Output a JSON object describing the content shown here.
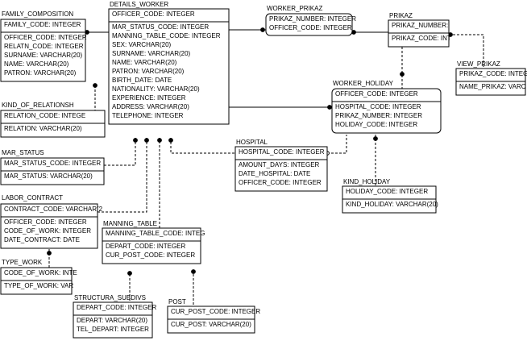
{
  "entities": [
    {
      "id": "family_composition",
      "title": "FAMILY_COMPOSITION",
      "pk": [
        "FAMILY_CODE: INTEGER"
      ],
      "attrs": [
        "OFFICER_CODE: INTEGER",
        "RELATN_CODE: INTEGER",
        "SURNAME: VARCHAR(20)",
        "NAME: VARCHAR(20)",
        "PATRON: VARCHAR(20)"
      ]
    },
    {
      "id": "kind_of_relationsh",
      "title": "KIND_OF_RELATIONSH",
      "pk": [
        "RELATION_CODE: INTEGE"
      ],
      "attrs": [
        "RELATION: VARCHAR(20)"
      ]
    },
    {
      "id": "mar_status",
      "title": "MAR_STATUS",
      "pk": [
        "MAR_STATUS_CODE: INTEGER"
      ],
      "attrs": [
        "MAR_STATUS: VARCHAR(20)"
      ]
    },
    {
      "id": "labor_contract",
      "title": "LABOR_CONTRACT",
      "pk": [
        "CONTRACT_CODE: VARCHAR(2"
      ],
      "attrs": [
        "OFFICER_CODE: INTEGER",
        "CODE_OF_WORK: INTEGER",
        "DATE_CONTRACT: DATE"
      ]
    },
    {
      "id": "type_work",
      "title": "TYPE_WORK",
      "pk": [
        "CODE_OF_WORK: INTE"
      ],
      "attrs": [
        "TYPE_OF_WORK: VAR"
      ]
    },
    {
      "id": "details_worker",
      "title": "DETAILS_WORKER",
      "pk": [
        "OFFICER_CODE: INTEGER"
      ],
      "attrs": [
        "MAR_STATUS_CODE: INTEGER",
        "MANNING_TABLE_CODE: INTEGER",
        "SEX: VARCHAR(20)",
        "SURNAME: VARCHAR(20)",
        "NAME: VARCHAR(20)",
        "PATRON: VARCHAR(20)",
        "BIRTH_DATE: DATE",
        "NATIONALITY: VARCHAR(20)",
        "EXPERIENCE: INTEGER",
        "ADDRESS: VARCHAR(20)",
        "TELEPHONE: INTEGER"
      ]
    },
    {
      "id": "worker_prikaz",
      "title": "WORKER_PRIKAZ",
      "pk": [
        "PRIKAZ_NUMBER: INTEGER",
        "OFFICER_CODE: INTEGER"
      ],
      "attrs": []
    },
    {
      "id": "prikaz",
      "title": "PRIKAZ",
      "pk": [
        "PRIKAZ_NUMBER:"
      ],
      "attrs": [
        "PRIKAZ_CODE: INT"
      ]
    },
    {
      "id": "view_prikaz",
      "title": "VIEW_PRIKAZ",
      "pk": [
        "PRIKAZ_CODE: INTEG"
      ],
      "attrs": [
        "NAME_PRIKAZ: VARC"
      ]
    },
    {
      "id": "worker_holiday",
      "title": "WORKER_HOLIDAY",
      "pk": [
        "OFFICER_CODE: INTEGER"
      ],
      "attrs": [
        "HOSPITAL_CODE: INTEGER",
        "PRIKAZ_NUMBER: INTEGER",
        "HOLIDAY_CODE: INTEGER"
      ]
    },
    {
      "id": "hospital",
      "title": "HOSPITAL",
      "pk": [
        "HOSPITAL_CODE: INTEGER"
      ],
      "attrs": [
        "AMOUNT_DAYS: INTEGER",
        "DATE_HOSPITAL: DATE",
        "OFFICER_CODE: INTEGER"
      ]
    },
    {
      "id": "kind_holiday",
      "title": "KIND_HOLIDAY",
      "pk": [
        "HOLIDAY_CODE: INTEGER"
      ],
      "attrs": [
        "KIND_HOLIDAY: VARCHAR(20)"
      ]
    },
    {
      "id": "manning_table",
      "title": "MANNING_TABLE",
      "pk": [
        "MANNING_TABLE_CODE: INTEG"
      ],
      "attrs": [
        "DEPART_CODE: INTEGER",
        "CUR_POST_CODE: INTEGER"
      ]
    },
    {
      "id": "structura_subdivs",
      "title": "STRUCTURA_SUBDIVS",
      "pk": [
        "DEPART_CODE: INTEGER"
      ],
      "attrs": [
        "DEPART: VARCHAR(20)",
        "TEL_DEPART: INTEGER"
      ]
    },
    {
      "id": "post",
      "title": "POST",
      "pk": [
        "CUR_POST_CODE: INTEGER"
      ],
      "attrs": [
        "CUR_POST: VARCHAR(20)"
      ]
    }
  ]
}
